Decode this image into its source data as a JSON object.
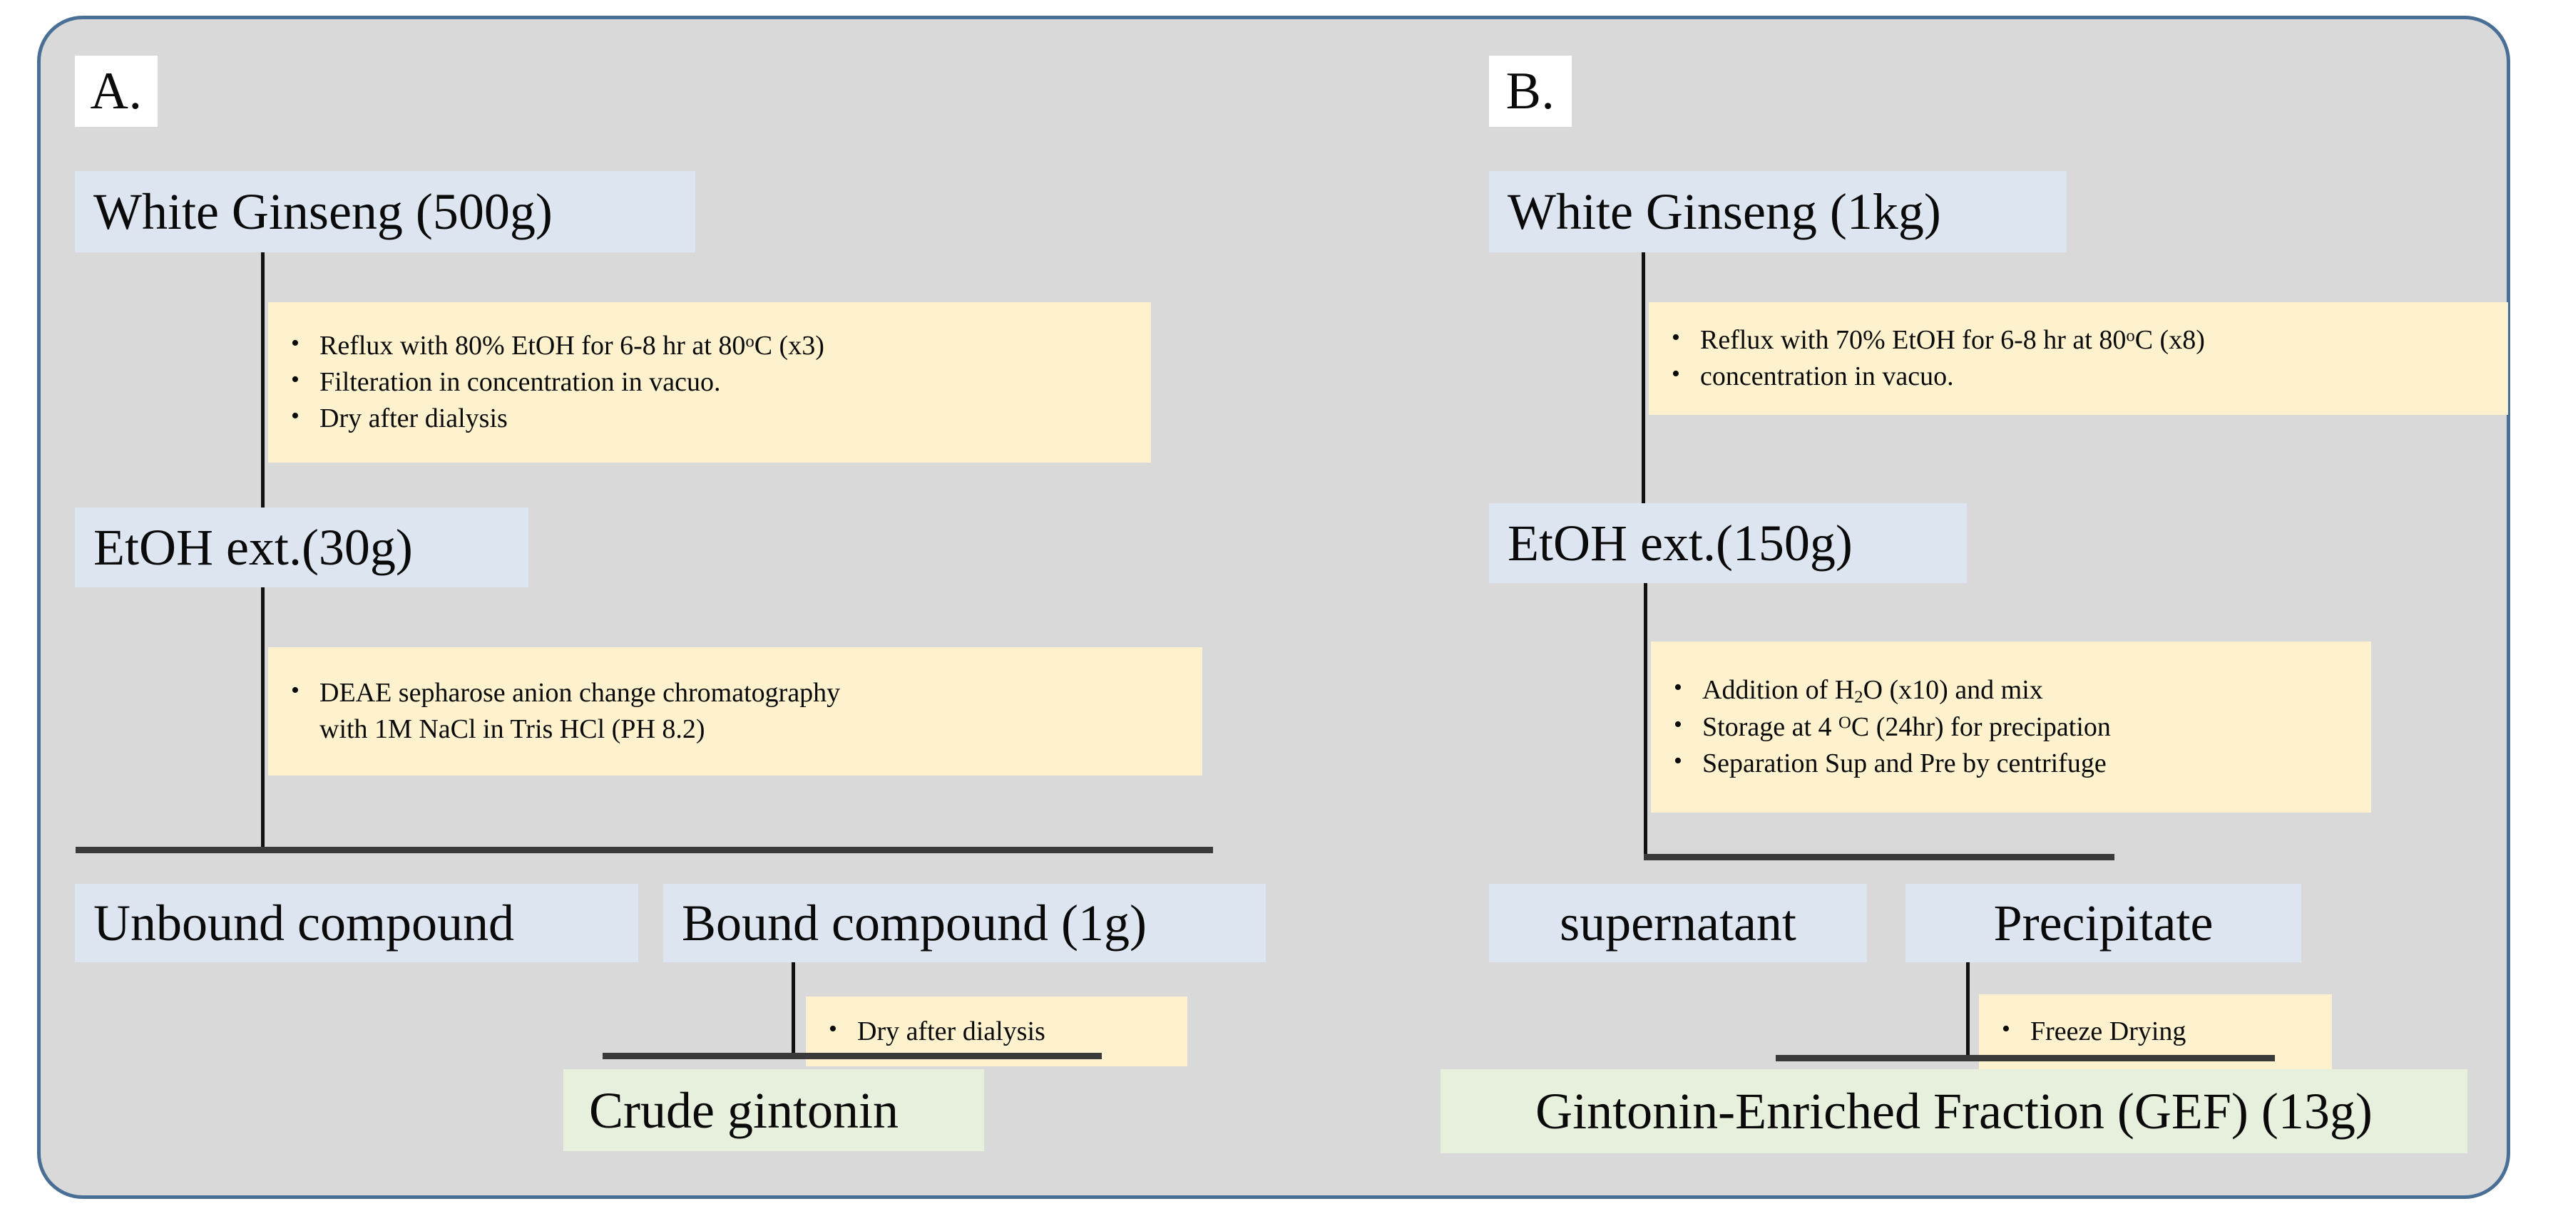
{
  "figure": {
    "title": "Gintonin preparation flowchart",
    "colors": {
      "panel_bg": "#d9d9d9",
      "panel_border": "#4a6f96",
      "box_blue": "#dde5f0",
      "box_yellow": "#fdf2cd",
      "box_green": "#e6f0dc",
      "line": "#111111"
    }
  },
  "panels": [
    {
      "letter": "A.",
      "start_box": "White Ginseng (500g)",
      "step1_bullets": [
        "Reflux with 80% EtOH for 6-8 hr at 80°C (x3)",
        "Filteration in concentration in vacuo.",
        "Dry after dialysis"
      ],
      "mid_box": "EtOH ext.(30g)",
      "step2_bullets_line1": "DEAE sepharose anion change chromatography",
      "step2_bullets_line2": "with 1M NaCl in Tris HCl (PH 8.2)",
      "branch_left": "Unbound compound",
      "branch_right": "Bound compound (1g)",
      "step3_bullet": "Dry after dialysis",
      "result": "Crude gintonin"
    },
    {
      "letter": "B.",
      "start_box": "White Ginseng (1kg)",
      "step1_bullets": [
        "Reflux with 70% EtOH for 6-8 hr at 80°C (x8)",
        "concentration in vacuo."
      ],
      "mid_box": "EtOH ext.(150g)",
      "step2_bullets": [
        "Addition of H2O (x10) and mix",
        "Storage at 4 OC (24hr) for precipation",
        "Separation Sup and Pre by centrifuge"
      ],
      "branch_left": "supernatant",
      "branch_right": "Precipitate",
      "step3_bullet": "Freeze Drying",
      "result": "Gintonin-Enriched Fraction (GEF) (13g)"
    }
  ],
  "text_fragments": {
    "a_b1": "Reflux with 80% EtOH for 6-8 hr at 80",
    "a_b1_sup": "o",
    "a_b1_tail": "C (x3)",
    "b_b1": "Reflux with 70% EtOH for 6-8 hr at 80",
    "b_b1_sup": "o",
    "b_b1_tail": "C (x8)",
    "b_h2o_pre": "Addition of H",
    "b_h2o_sub": "2",
    "b_h2o_post": "O (x10) and mix",
    "b_store_pre": "Storage at 4 ",
    "b_store_sup": "O",
    "b_store_post": "C (24hr) for precipation",
    "b_sep": "Separation Sup and Pre by centrifuge",
    "a_b2": "Filteration in concentration in vacuo.",
    "a_b3": "Dry after dialysis",
    "b_b2": "concentration in vacuo."
  }
}
